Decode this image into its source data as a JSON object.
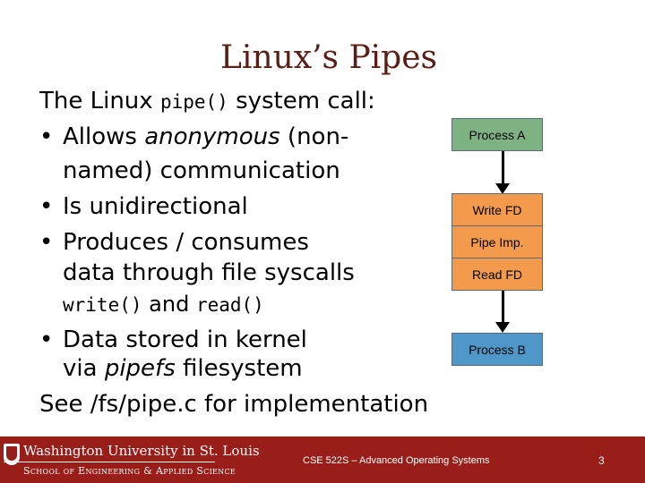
{
  "slide": {
    "title": "Linux’s Pipes",
    "intro_prefix": "The Linux ",
    "intro_code": "pipe()",
    "intro_suffix": " system call:",
    "bullet_char": "•",
    "bullet1_prefix": "Allows ",
    "bullet1_em": "anonymous",
    "bullet1_suffix": " (non-",
    "bullet1_cont": "named) communication",
    "bullet2": "Is unidirectional",
    "bullet3": "Produces / consumes",
    "bullet3_cont": "data through file syscalls",
    "sub_code1": "write()",
    "sub_and": " and ",
    "sub_code2": "read()",
    "bullet4": "Data stored in kernel",
    "bullet4_cont_prefix": "via ",
    "bullet4_cont_em": "pipefs",
    "bullet4_cont_suffix": " filesystem",
    "closing": "See /fs/pipe.c for implementation"
  },
  "diagram": {
    "process_a": "Process A",
    "write_fd": "Write FD",
    "pipe_imp": "Pipe Imp.",
    "read_fd": "Read FD",
    "process_b": "Process B",
    "colors": {
      "process": "#7fb282",
      "pipe": "#f49a4c",
      "process_b": "#4f97c8"
    }
  },
  "footer": {
    "logo_line1": "Washington University in St. Louis",
    "logo_line2": "School of Engineering & Applied Science",
    "course": "CSE 522S – Advanced Operating Systems",
    "page": "3",
    "color": "#991e19"
  }
}
